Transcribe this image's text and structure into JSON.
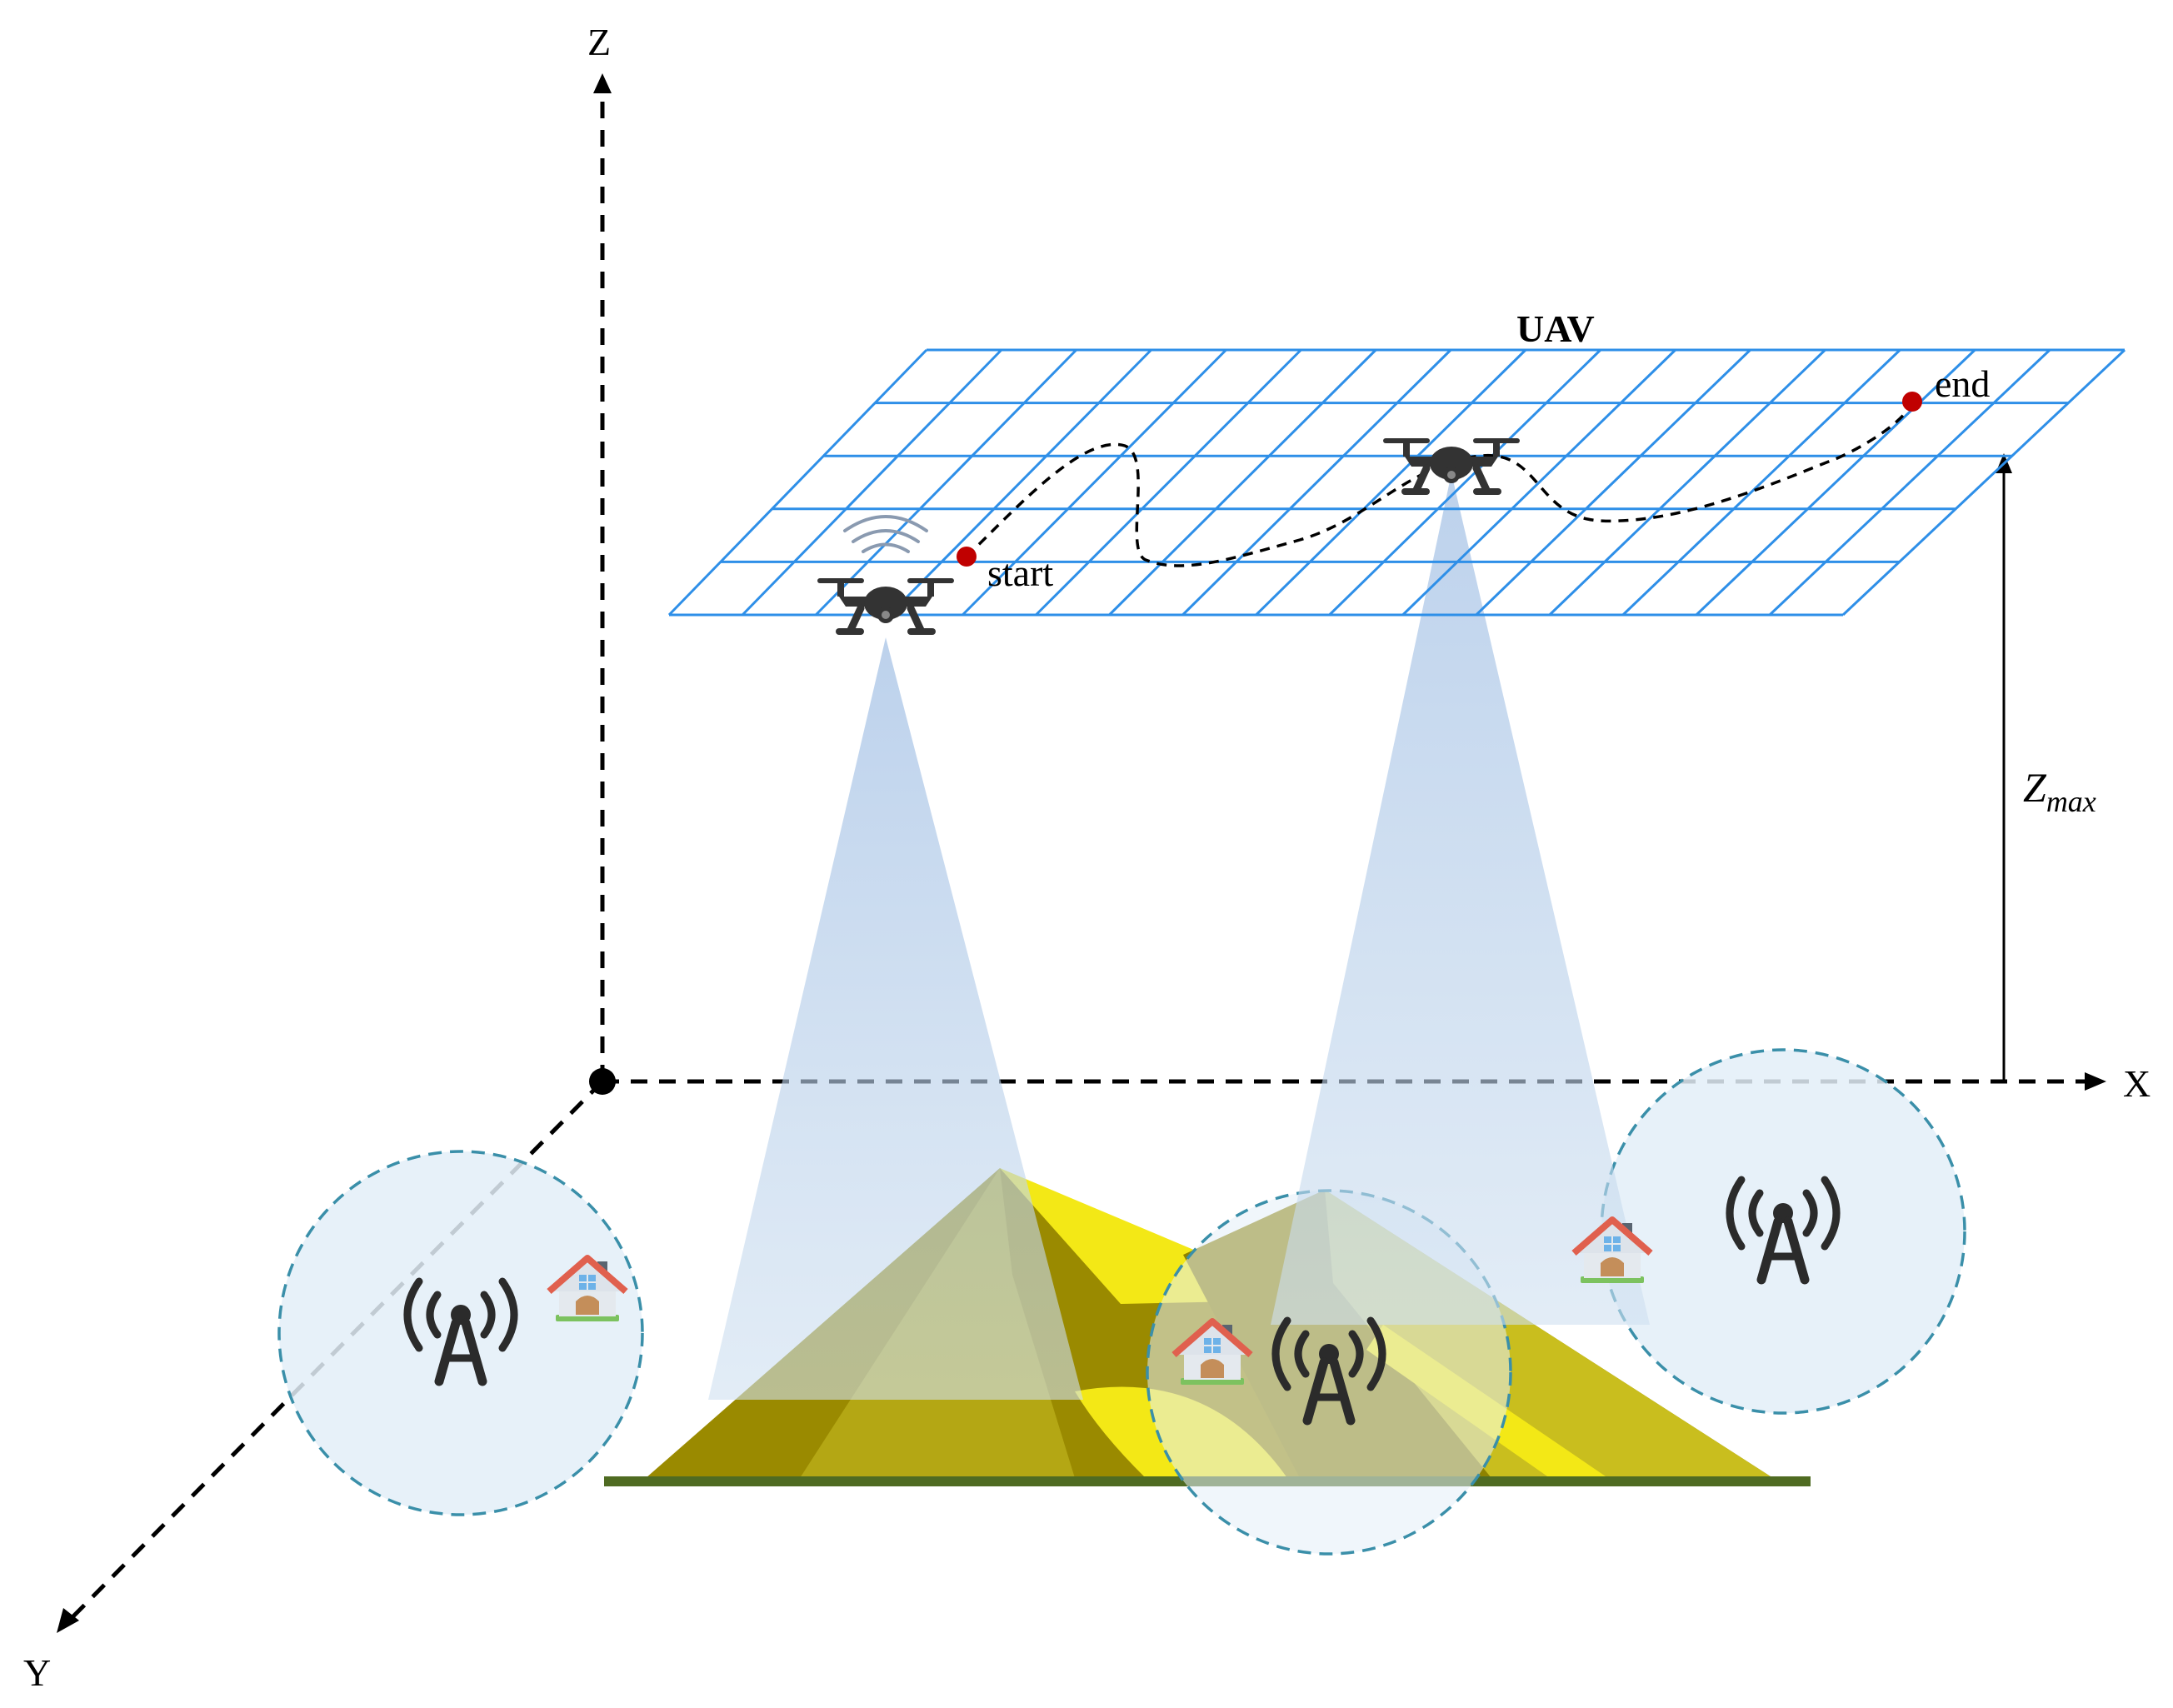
{
  "axes": {
    "x_label": "X",
    "y_label": "Y",
    "z_label": "Z"
  },
  "uav_plane": {
    "title": "UAV",
    "start_label": "start",
    "end_label": "end"
  },
  "height": {
    "symbol": "Z",
    "subscript": "max"
  },
  "colors": {
    "grid": "#2E8FE8",
    "trajectory": "#000000",
    "waypoint": "#C00000",
    "beam": "#AFC9E6",
    "coverage_fill": "#EAF3FA",
    "coverage_stroke": "#3A8FA9",
    "mountain_dark": "#9A8A00",
    "mountain_mid": "#C9BE1E",
    "mountain_light": "#F3E816",
    "ground": "#4F6B22",
    "drone": "#333333",
    "tower": "#2B2B2B"
  },
  "icons": [
    "drone-icon",
    "cell-tower-icon",
    "house-icon",
    "signal-waves-icon"
  ]
}
